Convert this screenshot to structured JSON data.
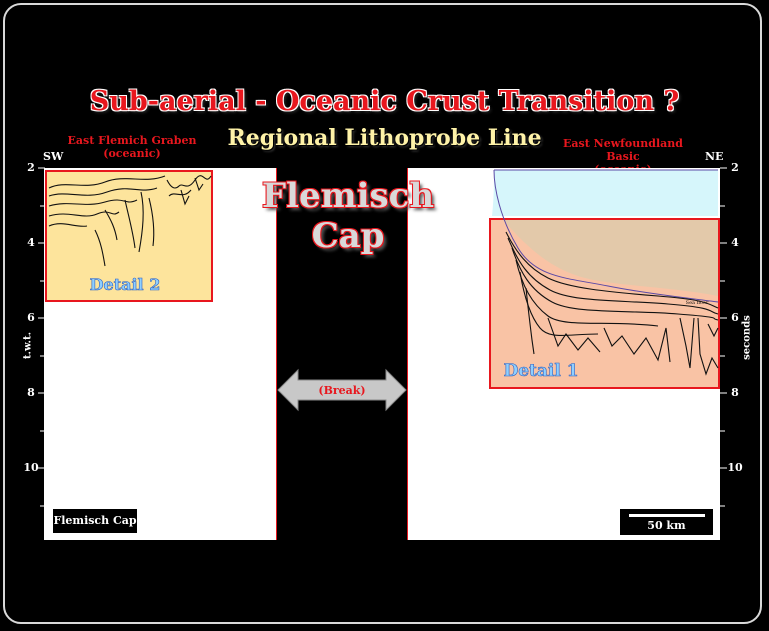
{
  "title": "Sub-aerial - Oceanic Crust Transition ?",
  "subtitle": "Regional Lithoprobe Line",
  "left_region": {
    "name": "East Flemich Graben",
    "type": "(oceanic)"
  },
  "right_region": {
    "name": "East Newfoundland Basic",
    "type": "(oceanic)"
  },
  "orientation": {
    "left": "SW",
    "right": "NE"
  },
  "center_label": "Flemisch Cap",
  "break_label": "(Break)",
  "detail_1": "Detail 1",
  "detail_2": "Detail 2",
  "sea_floor_label": "Sea floor",
  "axis": {
    "left_label": "t.w.t.",
    "right_label": "seconds",
    "ticks": [
      "2",
      "4",
      "6",
      "8",
      "10"
    ]
  },
  "footer_label": "Flemisch Cap",
  "scale_bar": "50 km",
  "colors": {
    "title_red": "#e8171e",
    "subtitle_yellow": "#fff3a8",
    "detail_2_fill": "#fde49c",
    "detail_1_fill": "#f9c3a5",
    "water": "#d6f6fb",
    "sediment": "#e3c9aa",
    "arrow_gray": "#c8c8c8"
  }
}
